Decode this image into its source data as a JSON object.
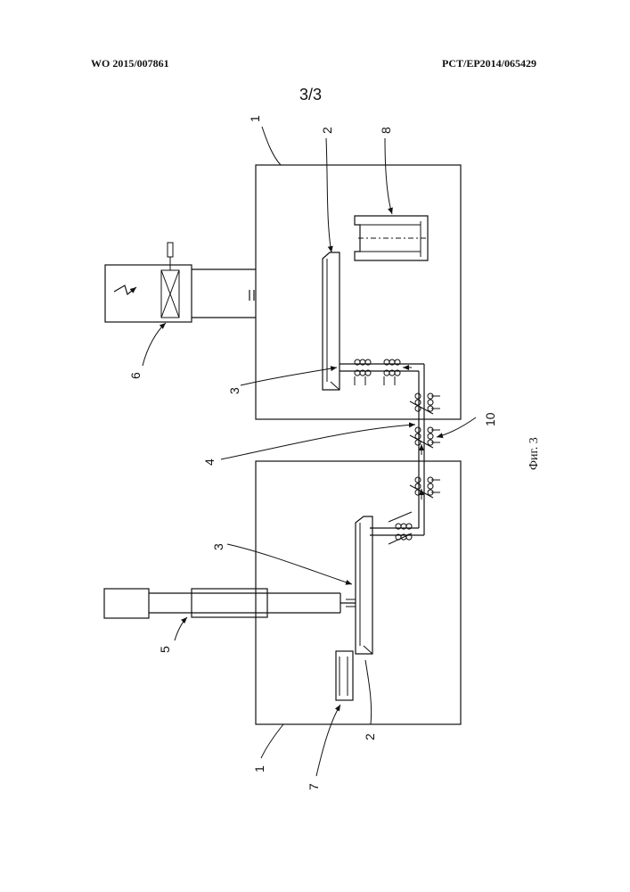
{
  "header": {
    "left": "WO 2015/007861",
    "right": "PCT/EP2014/065429",
    "sheet": "3/3"
  },
  "figure": {
    "caption": "Фиг. 3",
    "labels": {
      "chamber_top": "1",
      "chamber_bottom": "1",
      "tray_top": "2",
      "tray_bottom": "2",
      "arm_top": "3",
      "arm_bottom": "3",
      "rail": "4",
      "actuator": "5",
      "power_unit": "6",
      "sensor": "7",
      "holder": "8",
      "coils": "10"
    }
  }
}
